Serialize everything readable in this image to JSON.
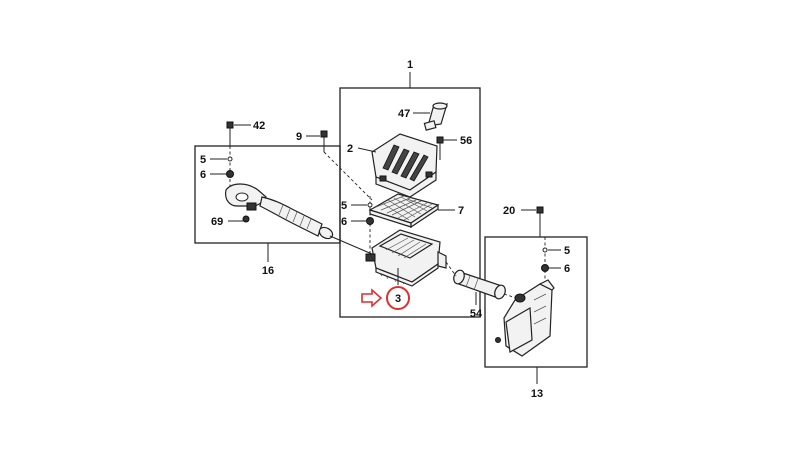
{
  "colors": {
    "highlight": "#e32d2d",
    "line": "#222222",
    "background": "#ffffff"
  },
  "callouts": {
    "c1": "1",
    "c2": "2",
    "c3": "3",
    "c5a": "5",
    "c5b": "5",
    "c5c": "5",
    "c6a": "6",
    "c6b": "6",
    "c6c": "6",
    "c7": "7",
    "c9": "9",
    "c13": "13",
    "c16": "16",
    "c20": "20",
    "c42": "42",
    "c47": "47",
    "c54": "54",
    "c56": "56",
    "c69": "69"
  },
  "highlighted_part": "3",
  "icons": {
    "pointer": "hollow-arrow-icon"
  }
}
